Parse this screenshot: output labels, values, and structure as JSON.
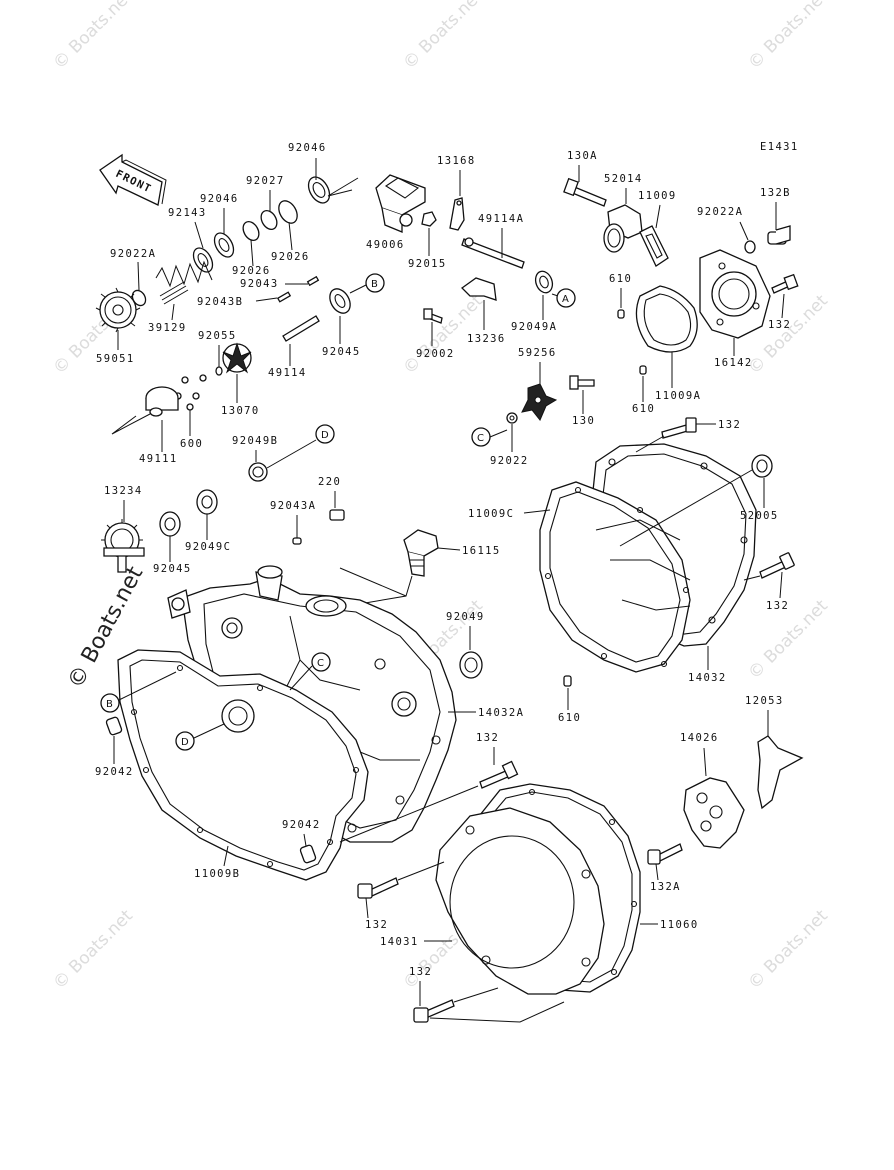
{
  "diagram_code": "E1431",
  "direction_arrow": "FRONT",
  "watermark_text": "© Boats.net",
  "callout_letters": [
    "A",
    "B",
    "C",
    "D"
  ],
  "part_labels": [
    "92046",
    "92027",
    "92046",
    "92143",
    "92026",
    "92022A",
    "92026",
    "92043",
    "92043B",
    "39129",
    "59051",
    "92055",
    "49114",
    "92045",
    "13070",
    "600",
    "49111",
    "92049B",
    "13168",
    "49006",
    "92015",
    "49114A",
    "13236",
    "92049A",
    "92002",
    "59256",
    "130A",
    "52014",
    "11009",
    "92022A",
    "132B",
    "610",
    "132",
    "16142",
    "11009A",
    "610",
    "130",
    "92022",
    "132",
    "52005",
    "11009C",
    "132",
    "14032",
    "610",
    "13234",
    "92043A",
    "220",
    "92049C",
    "92045",
    "16115",
    "92049",
    "14032A",
    "92042",
    "132",
    "92042",
    "11009B",
    "14026",
    "12053",
    "132A",
    "132",
    "11060",
    "14031",
    "132"
  ]
}
